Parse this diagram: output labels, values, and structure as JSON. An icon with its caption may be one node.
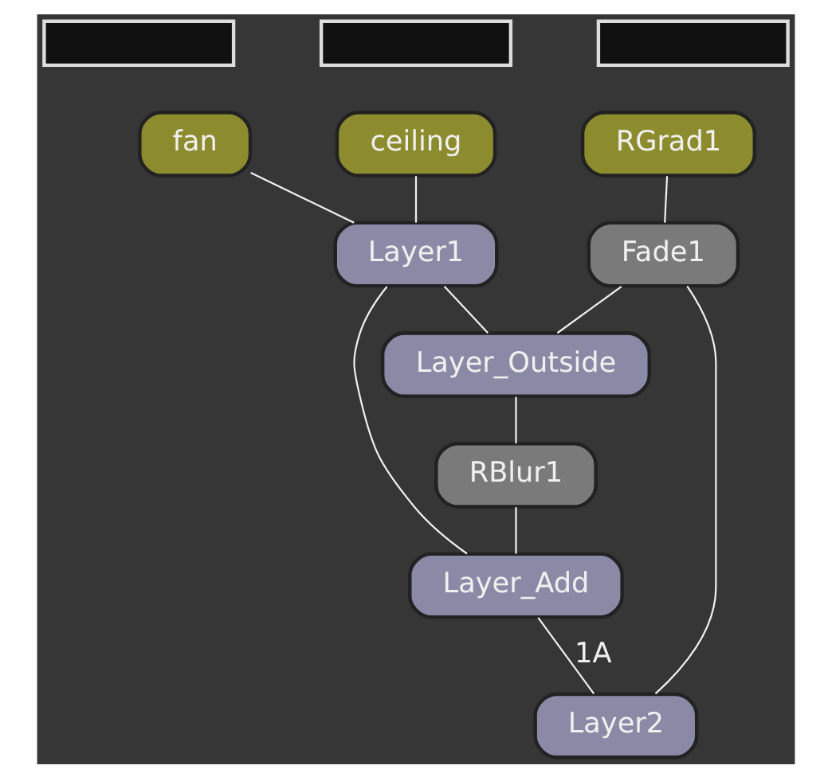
{
  "diagram": {
    "nodes": [
      {
        "text": [],
        "shape": "box"
      },
      {
        "text": [],
        "shape": "box"
      },
      {
        "text": [],
        "shape": "box"
      },
      {
        "text": [
          "fan"
        ]
      },
      {
        "text": [
          "ceiling"
        ]
      },
      {
        "text": [
          "RGrad1"
        ]
      },
      {
        "text": [
          "Layer1"
        ]
      },
      {
        "text": [
          "Fade1"
        ]
      },
      {
        "text": [
          "Layer_Outside"
        ]
      },
      {
        "text": [
          "RBlur1"
        ]
      },
      {
        "text": [
          "Layer_Add"
        ]
      },
      {
        "text": [
          "Layer2"
        ]
      }
    ],
    "edges": [
      {
        "from": 3,
        "to": 6,
        "arrow": "none"
      },
      {
        "from": 4,
        "to": 6,
        "arrow": "none"
      },
      {
        "from": 5,
        "to": 7,
        "arrow": "none"
      },
      {
        "from": 6,
        "to": 8,
        "arrow": "none"
      },
      {
        "from": 7,
        "to": 8,
        "arrow": "none"
      },
      {
        "from": 6,
        "to": 10,
        "arrow": "none"
      },
      {
        "from": 8,
        "to": 9,
        "arrow": "none"
      },
      {
        "from": 9,
        "to": 10,
        "arrow": "none"
      },
      {
        "from": 10,
        "to": 11,
        "label": "1A",
        "arrow": "none"
      },
      {
        "from": 7,
        "to": 11,
        "arrow": "none"
      }
    ]
  }
}
